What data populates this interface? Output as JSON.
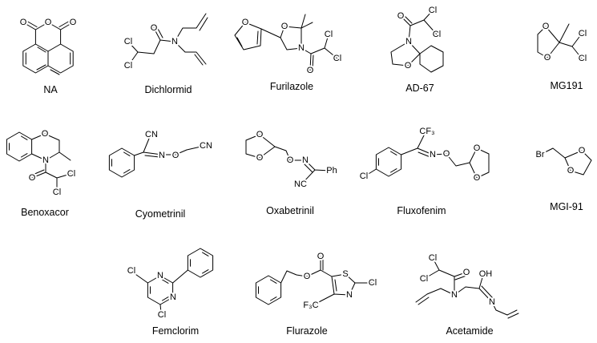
{
  "compounds": [
    {
      "name": "NA",
      "atoms": [
        "O",
        "O",
        "O"
      ]
    },
    {
      "name": "Dichlormid",
      "atoms": [
        "Cl",
        "Cl",
        "O",
        "N"
      ]
    },
    {
      "name": "Furilazole",
      "atoms": [
        "O",
        "O",
        "N",
        "O",
        "Cl",
        "Cl"
      ]
    },
    {
      "name": "AD-67",
      "atoms": [
        "O",
        "Cl",
        "Cl",
        "N",
        "O"
      ]
    },
    {
      "name": "MG191",
      "atoms": [
        "O",
        "O",
        "Cl",
        "Cl"
      ]
    },
    {
      "name": "Benoxacor",
      "atoms": [
        "O",
        "N",
        "O",
        "Cl",
        "Cl"
      ]
    },
    {
      "name": "Cyometrinil",
      "atoms": [
        "CN",
        "N",
        "O",
        "CN"
      ]
    },
    {
      "name": "Oxabetrinil",
      "atoms": [
        "O",
        "O",
        "O",
        "N",
        "Ph",
        "NC"
      ]
    },
    {
      "name": "Fluxofenim",
      "atoms": [
        "CF₃",
        "N",
        "O",
        "Cl",
        "O",
        "O"
      ]
    },
    {
      "name": "MGI-91",
      "atoms": [
        "Br",
        "O",
        "O"
      ]
    },
    {
      "name": "Femclorim",
      "atoms": [
        "Cl",
        "N",
        "N",
        "Cl"
      ]
    },
    {
      "name": "Flurazole",
      "atoms": [
        "O",
        "O",
        "S",
        "Cl",
        "N",
        "F₃C"
      ]
    },
    {
      "name": "Acetamide",
      "atoms": [
        "Cl",
        "Cl",
        "O",
        "N",
        "OH",
        "N"
      ]
    }
  ]
}
